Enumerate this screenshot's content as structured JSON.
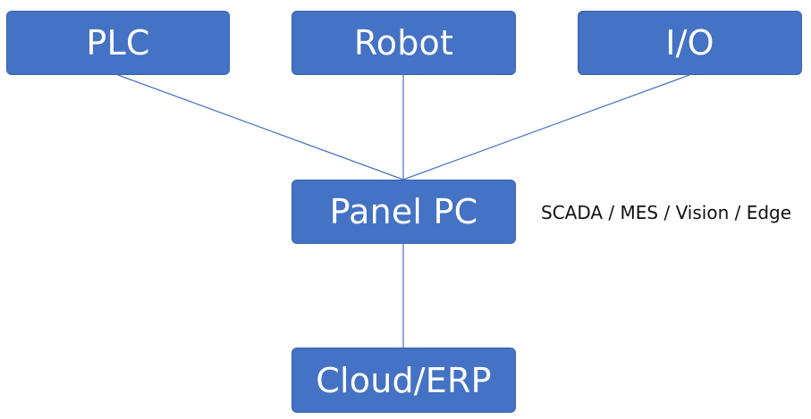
{
  "diagram": {
    "nodes": {
      "plc": "PLC",
      "robot": "Robot",
      "io": "I/O",
      "panel_pc": "Panel PC",
      "cloud_erp": "Cloud/ERP"
    },
    "panel_note": "SCADA / MES / Vision / Edge",
    "colors": {
      "node_fill": "#4472c4",
      "node_border": "#3a63ad",
      "node_text": "#ffffff",
      "connector": "#4472c4",
      "note_text": "#111111"
    }
  }
}
